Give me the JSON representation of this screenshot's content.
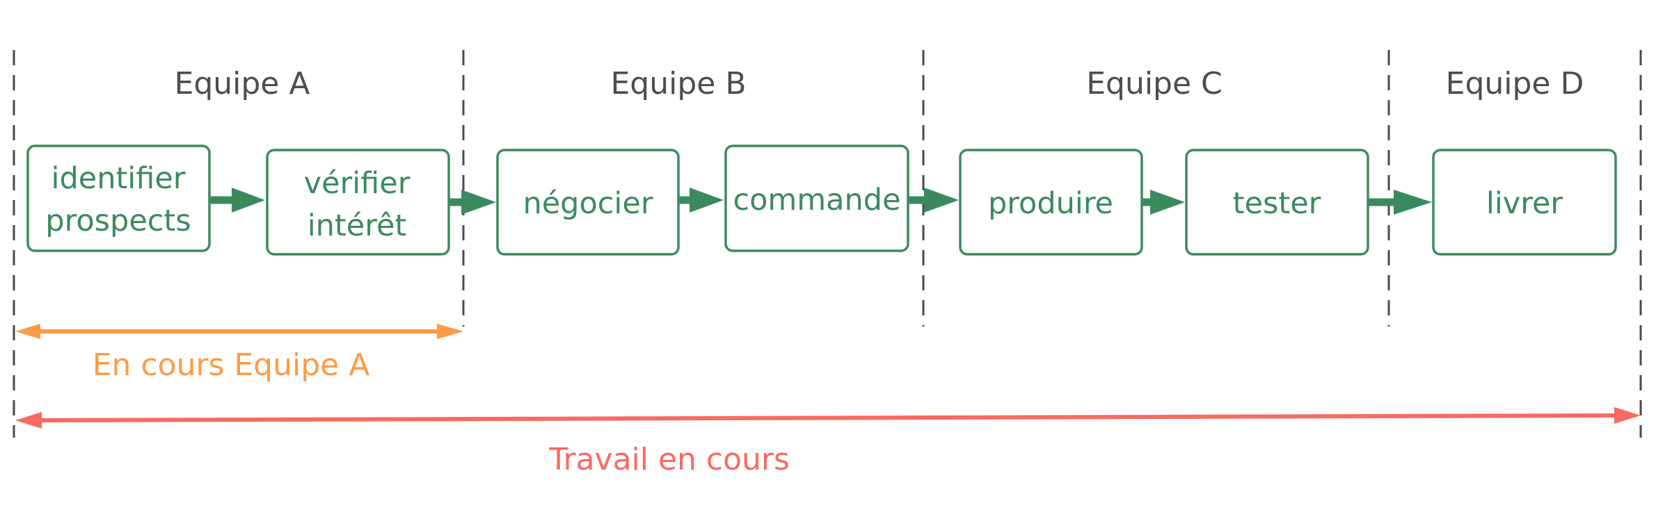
{
  "teams": [
    {
      "label": "Equipe A"
    },
    {
      "label": "Equipe B"
    },
    {
      "label": "Equipe C"
    },
    {
      "label": "Equipe D"
    }
  ],
  "steps": [
    {
      "line1": "identifier",
      "line2": "prospects"
    },
    {
      "line1": "vérifier",
      "line2": "intérêt"
    },
    {
      "line1": "négocier"
    },
    {
      "line1": "commande"
    },
    {
      "line1": "produire"
    },
    {
      "line1": "tester"
    },
    {
      "line1": "livrer"
    }
  ],
  "wip_team_a": {
    "label": "En cours Equipe A"
  },
  "wip_total": {
    "label": "Travail en cours"
  },
  "colors": {
    "step": "#3b8a5e",
    "wip_team_a": "#ff9a45",
    "wip_total": "#f96a62",
    "divider": "#4a4a4a"
  }
}
